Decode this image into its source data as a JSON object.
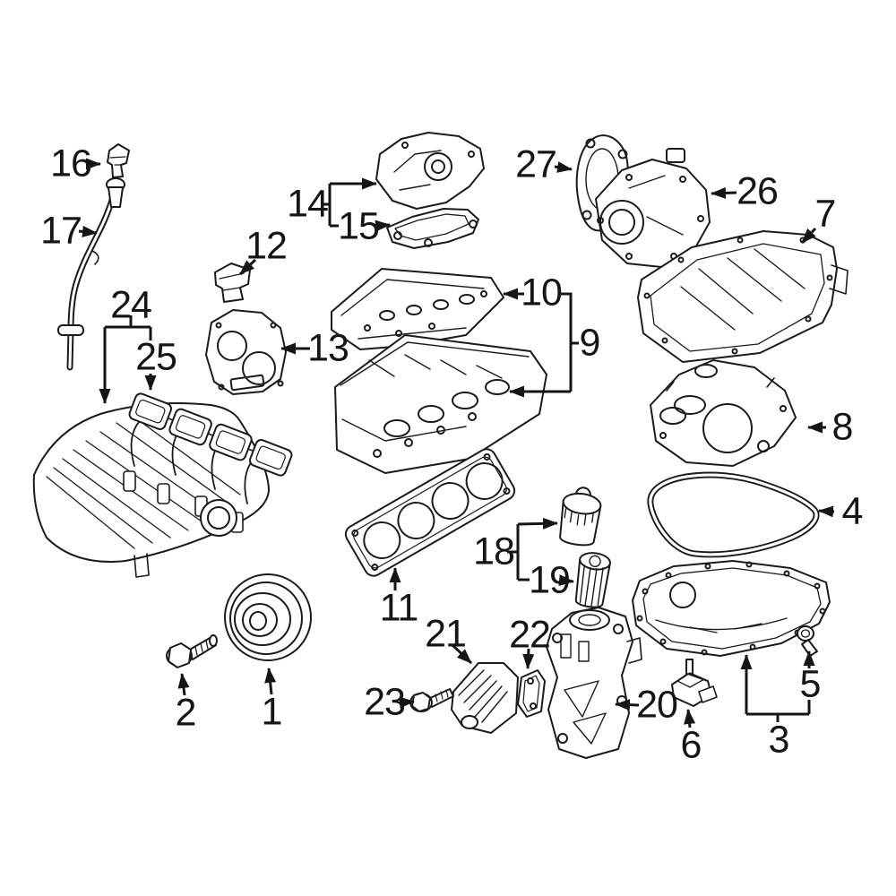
{
  "figure": {
    "type": "exploded-parts-diagram",
    "subject": "engine-parts",
    "background_color": "#ffffff",
    "line_color": "#1b1b1b",
    "callout_count": 27
  },
  "labels": [
    "1",
    "2",
    "3",
    "4",
    "5",
    "6",
    "7",
    "8",
    "9",
    "10",
    "11",
    "12",
    "13",
    "14",
    "15",
    "16",
    "17",
    "18",
    "19",
    "20",
    "21",
    "22",
    "23",
    "24",
    "25",
    "26",
    "27"
  ]
}
